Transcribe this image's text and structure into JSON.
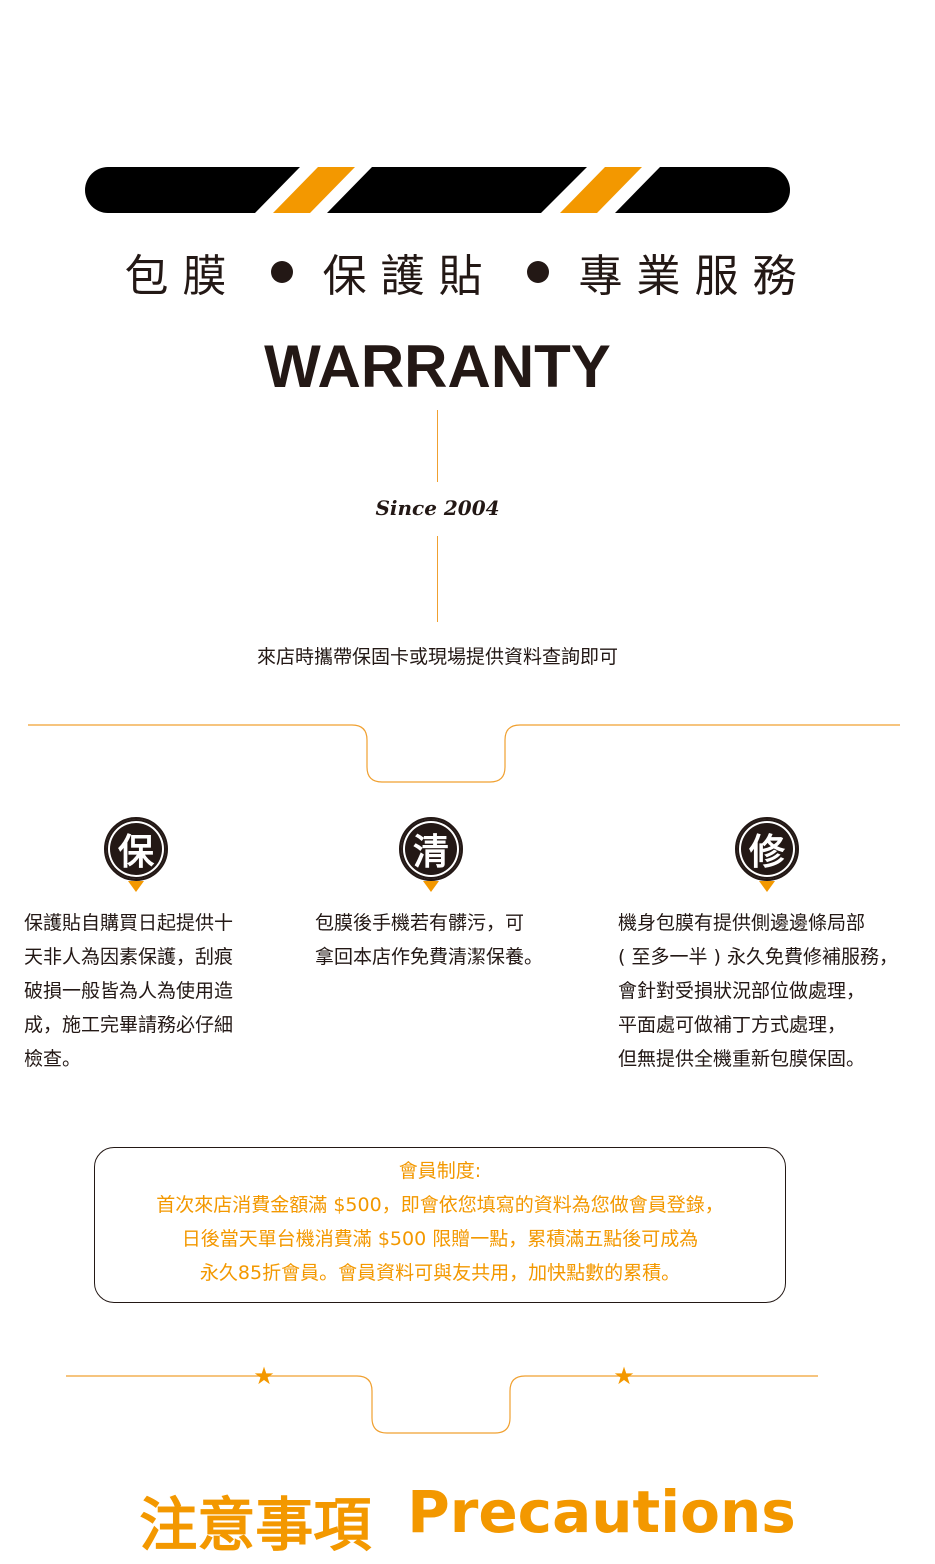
{
  "header": {
    "tagline": [
      "包膜",
      "保護貼",
      "專業服務"
    ],
    "title": "WARRANTY",
    "since": "Since 2004",
    "intro": "來店時攜帶保固卡或現場提供資料查詢即可"
  },
  "features": [
    {
      "badge": "保",
      "lines": [
        "保護貼自購買日起提供十",
        "天非人為因素保護，刮痕",
        "破損一般皆為人為使用造",
        "成，施工完畢請務必仔細",
        "檢查。"
      ]
    },
    {
      "badge": "清",
      "lines": [
        "包膜後手機若有髒污，可",
        "拿回本店作免費清潔保養。"
      ]
    },
    {
      "badge": "修",
      "lines": [
        "機身包膜有提供側邊邊條局部",
        "( 至多一半 ) 永久免費修補服務，",
        "會針對受損狀況部位做處理，",
        "平面處可做補丁方式處理，",
        "但無提供全機重新包膜保固。"
      ]
    }
  ],
  "membership": {
    "title": "會員制度:",
    "lines": [
      "首次來店消費金額滿 $500，即會依您填寫的資料為您做會員登錄，",
      "日後當天單台機消費滿 $500 限贈一點，累積滿五點後可成為",
      "永久85折會員。會員資料可與友共用，加快點數的累積。"
    ]
  },
  "precautions": {
    "zh": "注意事項",
    "en": "Precautions"
  },
  "colors": {
    "accent": "#f39800",
    "dark": "#231815"
  }
}
